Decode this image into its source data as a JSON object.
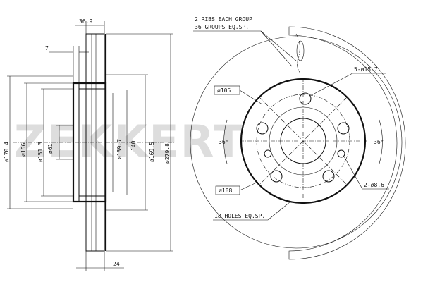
{
  "dimensions": {
    "width_total": "36.9",
    "flange": "7",
    "d_170_4": "ø170.4",
    "d_156": "ø156",
    "d_151_3": "ø151.3",
    "d_61": "ø61",
    "d_139_7": "ø139.7",
    "d_140": "140",
    "d_169_5": "ø169.5",
    "d_279_8": "ø279.8",
    "thickness": "24"
  },
  "callouts": {
    "ribs_line1": "2 RIBS EACH GROUP",
    "ribs_line2": "36 GROUPS EQ.SP.",
    "bolt_holes": "5-ø15.7",
    "pcd_105": "ø105",
    "angle_left": "36°",
    "angle_right": "36°",
    "pcd_108": "ø108",
    "small_holes": "2-ø8.6",
    "holes_18": "18 HOLES EQ.SP."
  },
  "watermark": "ZEKKERT"
}
